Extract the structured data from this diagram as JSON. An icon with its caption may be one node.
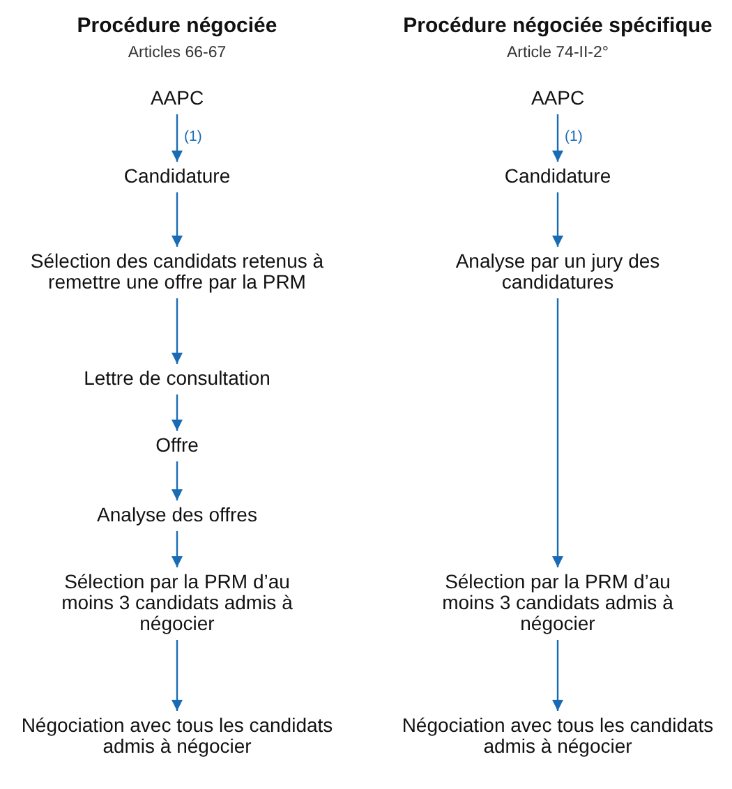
{
  "diagram": {
    "nodes": [
      {
        "text": [
          "AAPC"
        ]
      },
      {
        "text": [
          "Candidature"
        ]
      },
      {
        "text": [
          "Sélection des candidats retenus à remettre une offre par la PRM"
        ]
      },
      {
        "text": [
          "Lettre de consultation"
        ]
      },
      {
        "text": [
          "Offre"
        ]
      },
      {
        "text": [
          "Analyse des offres"
        ]
      },
      {
        "text": [
          "Sélection par la PRM d’au moins 3 candidats admis à négocier"
        ]
      },
      {
        "text": [
          "Négociation avec tous les candidats admis à négocier"
        ]
      },
      {
        "text": [
          "AAPC"
        ]
      },
      {
        "text": [
          "Candidature"
        ]
      },
      {
        "text": [
          "Analyse par un jury des candidatures"
        ]
      },
      {
        "text": [
          "Sélection par la PRM d’au moins 3 candidats admis à négocier"
        ]
      },
      {
        "text": [
          "Négociation avec tous les candidats admis à négocier"
        ]
      }
    ],
    "edges": [
      {
        "from": 0,
        "to": 1,
        "arrow": "to",
        "label": "(1)"
      },
      {
        "from": 1,
        "to": 2,
        "arrow": "to"
      },
      {
        "from": 2,
        "to": 3,
        "arrow": "to"
      },
      {
        "from": 3,
        "to": 4,
        "arrow": "to"
      },
      {
        "from": 4,
        "to": 5,
        "arrow": "to"
      },
      {
        "from": 5,
        "to": 6,
        "arrow": "to"
      },
      {
        "from": 6,
        "to": 7,
        "arrow": "to"
      },
      {
        "from": 8,
        "to": 9,
        "arrow": "to",
        "label": "(1)"
      },
      {
        "from": 9,
        "to": 10,
        "arrow": "to"
      },
      {
        "from": 10,
        "to": 11,
        "arrow": "to"
      },
      {
        "from": 11,
        "to": 12,
        "arrow": "to"
      }
    ],
    "labels": [
      "Procédure négociée",
      "Procédure négociée spécifique",
      "Articles 66-67",
      "Article 74-II-2°"
    ]
  }
}
